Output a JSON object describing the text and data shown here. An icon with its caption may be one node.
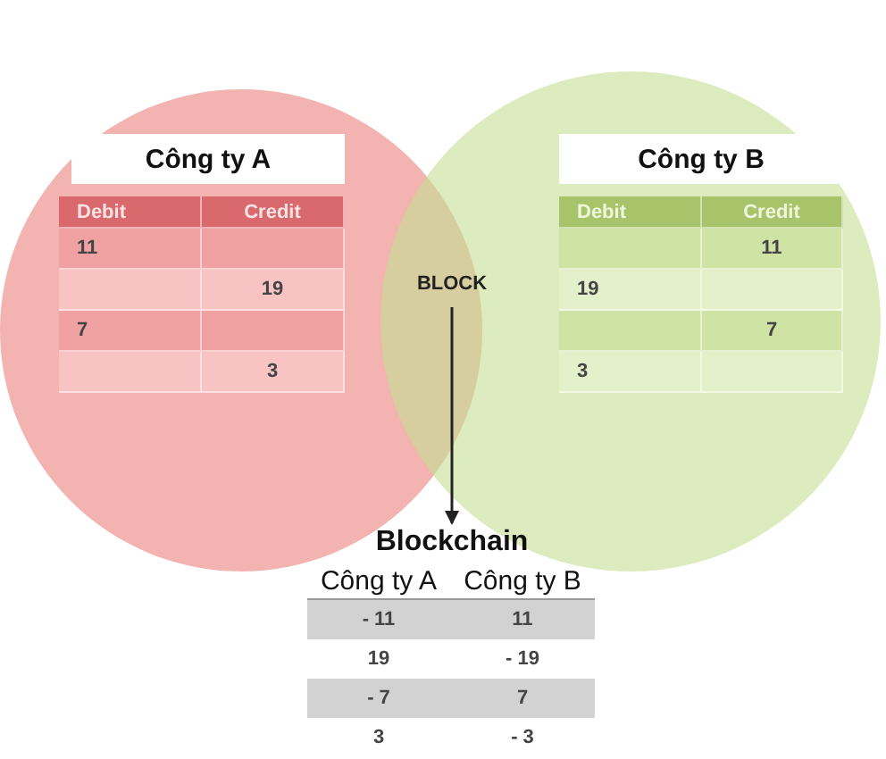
{
  "diagram": {
    "nodes": [
      {
        "text": [],
        "shape": "circle"
      },
      {
        "text": [
          "Công ty A"
        ],
        "in": 0
      },
      {
        "text": [],
        "shape": "circle"
      },
      {
        "text": [
          "Công ty B"
        ],
        "in": 2
      },
      {
        "text": [
          "BLOCK"
        ]
      },
      {
        "text": [
          "Blockchain"
        ]
      }
    ],
    "edges": [
      {
        "from": 4,
        "to": 5,
        "arrow": "to"
      }
    ],
    "labels": [
      "Debit",
      "Credit",
      "11",
      "19",
      "7",
      "3",
      "Debit",
      "Credit",
      "11",
      "19",
      "7",
      "3",
      "Công ty A",
      "Công ty B",
      "- 11",
      "11",
      "19",
      "- 19",
      "- 7",
      "7",
      "3",
      "- 3"
    ]
  }
}
